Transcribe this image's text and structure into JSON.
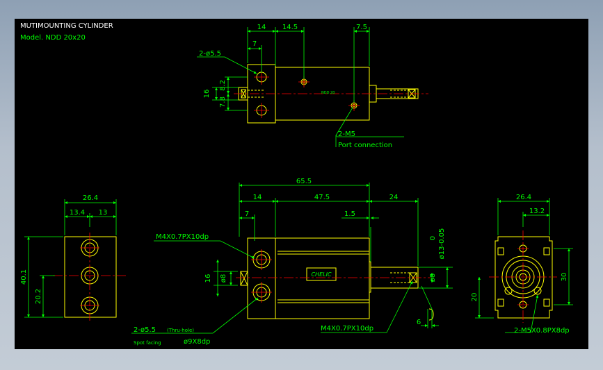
{
  "title": "MUTIMOUNTING CYLINDER",
  "model": "Model. NDD 20x20",
  "colors": {
    "background": "#000000",
    "outline": "#ffff00",
    "dimension": "#00ff00",
    "centerline": "#ff0000",
    "title": "#ffffff",
    "model": "#00ff00",
    "frame": "#a9b4c3"
  },
  "top_view": {
    "dims": {
      "d14": "14",
      "d14_5": "14.5",
      "d7_5": "7.5",
      "d7": "7",
      "d16": "16",
      "d8_2": "8.2",
      "d7_8": "7.8"
    },
    "hole_label": "2-ø5.5",
    "label_small": "NDD 20",
    "port_label_1": "2-M5",
    "port_label_2": "Port connection"
  },
  "left_view": {
    "dims": {
      "d26_4": "26.4",
      "d13_4": "13.4",
      "d13": "13",
      "d40_1": "40.1",
      "d20_2": "20.2"
    }
  },
  "front_view": {
    "dims": {
      "d65_5": "65.5",
      "d14": "14",
      "d47_5": "47.5",
      "d24": "24",
      "d7": "7",
      "d1_5": "1.5",
      "d16": "16",
      "d8_left": "ø8",
      "d8_right": "ø8",
      "d0": "0",
      "d13": "ø13-0.05",
      "d6": "6"
    },
    "thread_label_left": "M4X0.7PX10dp",
    "thread_label_right": "M4X0.7PX10dp",
    "brand_label": "CHELIC",
    "hole_note_1": "2-ø5.5",
    "hole_note_2": "(Thru-hole)",
    "spot_label": "Spot facing",
    "spot_dim": "ø9X8dp"
  },
  "right_view": {
    "dims": {
      "d26_4": "26.4",
      "d13_2": "13.2",
      "d30": "30",
      "d20": "20"
    },
    "thread_label": "2-M5X0.8PX8dp"
  }
}
